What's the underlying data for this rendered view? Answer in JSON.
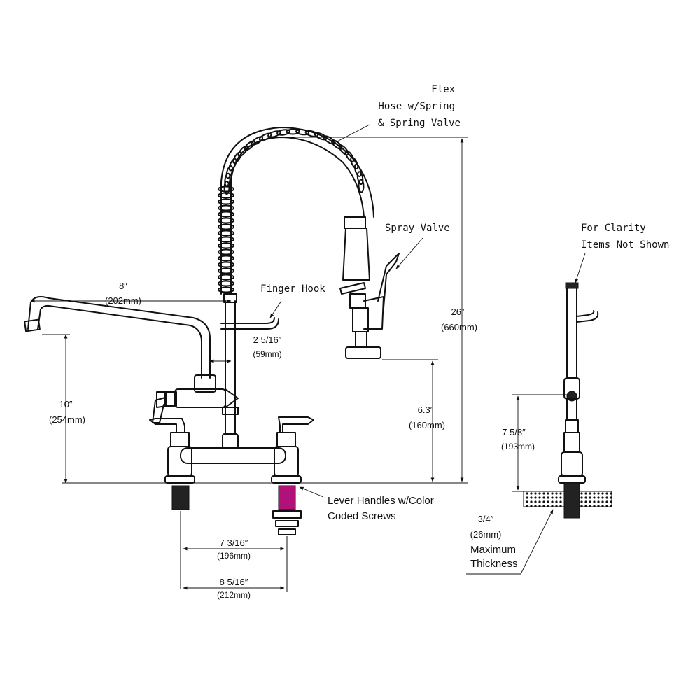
{
  "labels": {
    "flex_hose": [
      "Flex",
      "Hose w/Spring",
      "& Spring Valve"
    ],
    "spray_valve": "Spray Valve",
    "finger_hook": "Finger Hook",
    "for_clarity": [
      "For Clarity",
      "Items Not Shown"
    ],
    "lever_handles": [
      "Lever Handles w/Color",
      "Coded Screws"
    ],
    "max_thickness": [
      "Maximum",
      "Thickness"
    ]
  },
  "dimensions": {
    "spout_length": {
      "imperial": "8″",
      "metric": "(202mm)"
    },
    "hook_offset": {
      "imperial": "2 5/16″",
      "metric": "(59mm)"
    },
    "overall_height": {
      "imperial": "26″",
      "metric": "(660mm)"
    },
    "spout_height": {
      "imperial": "10″",
      "metric": "(254mm)"
    },
    "spray_height": {
      "imperial": "6.3″",
      "metric": "(160mm)"
    },
    "side_height": {
      "imperial": "7 5/8″",
      "metric": "(193mm)"
    },
    "thickness": {
      "imperial": "3/4″",
      "metric": "(26mm)"
    },
    "center_inner": {
      "imperial": "7 3/16″",
      "metric": "(196mm)"
    },
    "center_outer": {
      "imperial": "8 5/16″",
      "metric": "(212mm)"
    }
  },
  "colors": {
    "line": "#111111",
    "shank_magenta": "#b0127a",
    "shank_dark": "#222222"
  }
}
